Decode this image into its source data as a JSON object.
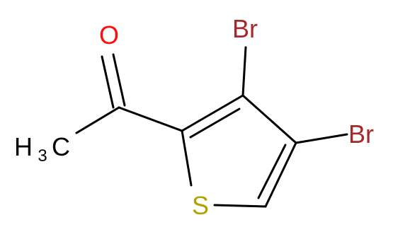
{
  "molecule": {
    "atoms": {
      "oxygen": "O",
      "bromine_3": "Br",
      "bromine_4": "Br",
      "sulfur": "S",
      "methyl_h": "H",
      "methyl_sub": "3",
      "methyl_c": "C"
    },
    "colors": {
      "bond": "#000000",
      "oxygen": "#ff0d0d",
      "bromine": "#a62929",
      "sulfur": "#b2a200",
      "carbon_label": "#000000"
    }
  }
}
